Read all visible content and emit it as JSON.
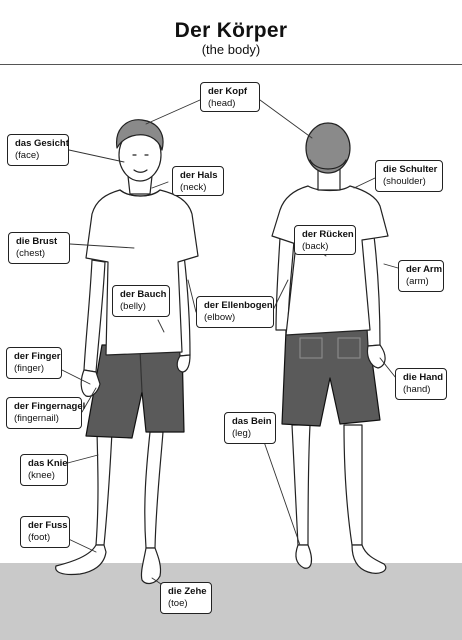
{
  "title": "Der Körper",
  "subtitle": "(the body)",
  "labels": {
    "kopf": {
      "de": "der Kopf",
      "en": "(head)"
    },
    "gesicht": {
      "de": "das Gesicht",
      "en": "(face)"
    },
    "hals": {
      "de": "der Hals",
      "en": "(neck)"
    },
    "schulter": {
      "de": "die Schulter",
      "en": "(shoulder)"
    },
    "brust": {
      "de": "die Brust",
      "en": "(chest)"
    },
    "ruecken": {
      "de": "der Rücken",
      "en": "(back)"
    },
    "arm": {
      "de": "der Arm",
      "en": "(arm)"
    },
    "bauch": {
      "de": "der Bauch",
      "en": "(belly)"
    },
    "ellenbogen": {
      "de": "der Ellenbogen",
      "en": "(elbow)"
    },
    "finger": {
      "de": "der Finger",
      "en": "(finger)"
    },
    "hand": {
      "de": "die Hand",
      "en": "(hand)"
    },
    "fingernagel": {
      "de": "der Fingernagel",
      "en": "(fingernail)"
    },
    "bein": {
      "de": "das Bein",
      "en": "(leg)"
    },
    "knie": {
      "de": "das Knie",
      "en": "(knee)"
    },
    "fuss": {
      "de": "der Fuss",
      "en": "(foot)"
    },
    "zehe": {
      "de": "die Zehe",
      "en": "(toe)"
    }
  }
}
